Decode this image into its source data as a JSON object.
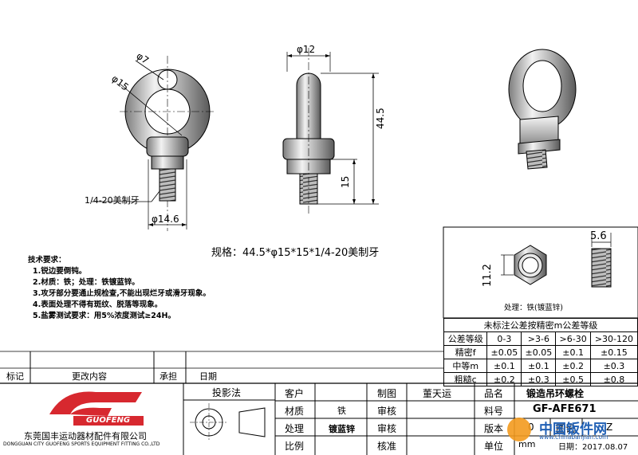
{
  "drawing": {
    "dims": {
      "d7": "φ7",
      "d15": "φ15",
      "d12": "φ12",
      "h445": "44.5",
      "h15": "15",
      "d146": "φ14.6",
      "w56": "5.6",
      "h112": "11.2"
    },
    "thread_label": "1/4-20美制牙",
    "spec_text": "规格：44.5*φ15*15*1/4-20美制牙",
    "nut_note": "处理：铁(镀蓝锌)"
  },
  "tech_requirements": {
    "title": "技术要求：",
    "items": [
      "1.锐边要倒钝。",
      "2.材质：铁；处理：铁镀蓝锌。",
      "3.攻牙部分要通止规检查,不能出现烂牙或滑牙现象。",
      "4.表面处理不得有斑纹、脱落等现象。",
      "5.盐雾测试要求：用5%浓度测试≥24H。"
    ]
  },
  "tolerance_table": {
    "title": "未标注公差按精密m公差等级",
    "header": [
      "公差等级",
      "0-3",
      ">3-6",
      ">6-30",
      ">30-120"
    ],
    "rows": [
      [
        "精密f",
        "±0.05",
        "±0.05",
        "±0.1",
        "±0.15"
      ],
      [
        "中等m",
        "±0.1",
        "±0.1",
        "±0.2",
        "±0.3"
      ],
      [
        "粗糙c",
        "±0.2",
        "±0.3",
        "±0.5",
        "±0.8"
      ]
    ]
  },
  "revision_table": {
    "headers": [
      "标记",
      "更改内容",
      "承担",
      "日期"
    ]
  },
  "title_block": {
    "projection_label": "投影法",
    "customer_label": "客户",
    "material_label": "材质",
    "material_value": "铁",
    "treatment_label": "处理",
    "treatment_value": "镀蓝锌",
    "ratio_label": "比例",
    "drawn_label": "制图",
    "drawn_value": "董天运",
    "review_label": "审核",
    "approve_label": "核准",
    "name_label": "品名",
    "name_value": "锻造吊环螺栓",
    "part_label": "料号",
    "part_value": "GF-AFE671",
    "version_label": "版本",
    "version_value": "0",
    "drawing_no_label": "图记",
    "drawing_no_value": "Z",
    "unit_label": "单位",
    "unit_value": "mm",
    "date_value": "日期：2017.08.07"
  },
  "company": {
    "logo_text": "GUOFENG",
    "name_cn": "东莞国丰运动器材配件有限公司",
    "name_en": "DONGGUAN CITY GUOFENG SPORTS EQUIPMENT FITTING CO.,LTD"
  },
  "watermark": {
    "text": "中国钣件网",
    "url": "www.chinabanjian.com"
  },
  "colors": {
    "logo_red": "#d7282f",
    "watermark_blue": "#1f5fb4",
    "watermark_orange": "#f39a1e"
  }
}
